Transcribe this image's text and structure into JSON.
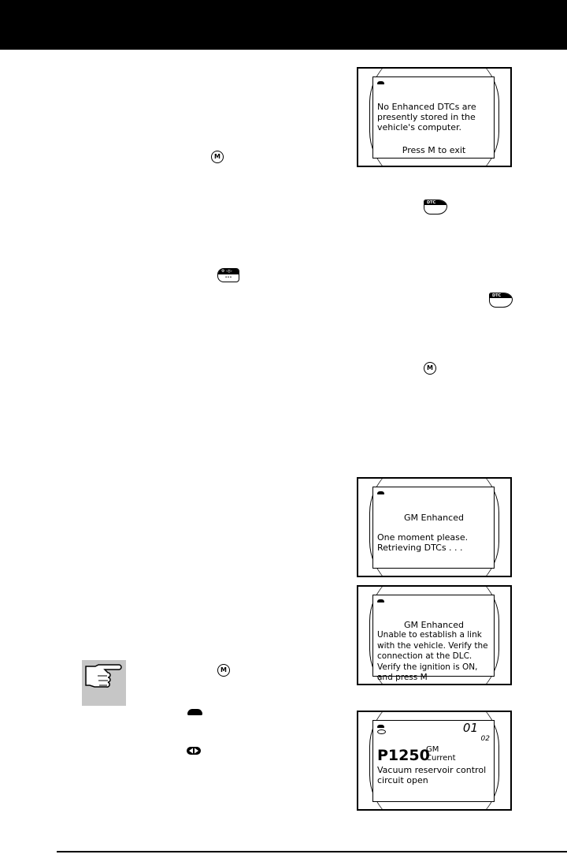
{
  "screens": [
    {
      "lines": [
        "No Enhanced DTCs are",
        "presently stored in the",
        "vehicle's computer."
      ],
      "footer": "Press M to exit"
    },
    {
      "title": "GM Enhanced",
      "lines": [
        "One moment please.",
        "Retrieving DTCs . . ."
      ]
    },
    {
      "title": "GM Enhanced",
      "lines": [
        "Unable to establish a link",
        "with the vehicle. Verify the",
        "connection at the DLC.",
        "Verify the ignition is ON,",
        "and press M"
      ]
    },
    {
      "code": "P1250",
      "type_line1": "GM",
      "type_line2": "Current",
      "counter_current": "01",
      "counter_total": "02",
      "lines": [
        "Vacuum reservoir control",
        "circuit open"
      ]
    }
  ],
  "icons": {
    "m_button": "M",
    "dtc_button": "DTC",
    "obd_button_top": "⚙ ◁▷",
    "obd_button_bottom": "•••"
  }
}
